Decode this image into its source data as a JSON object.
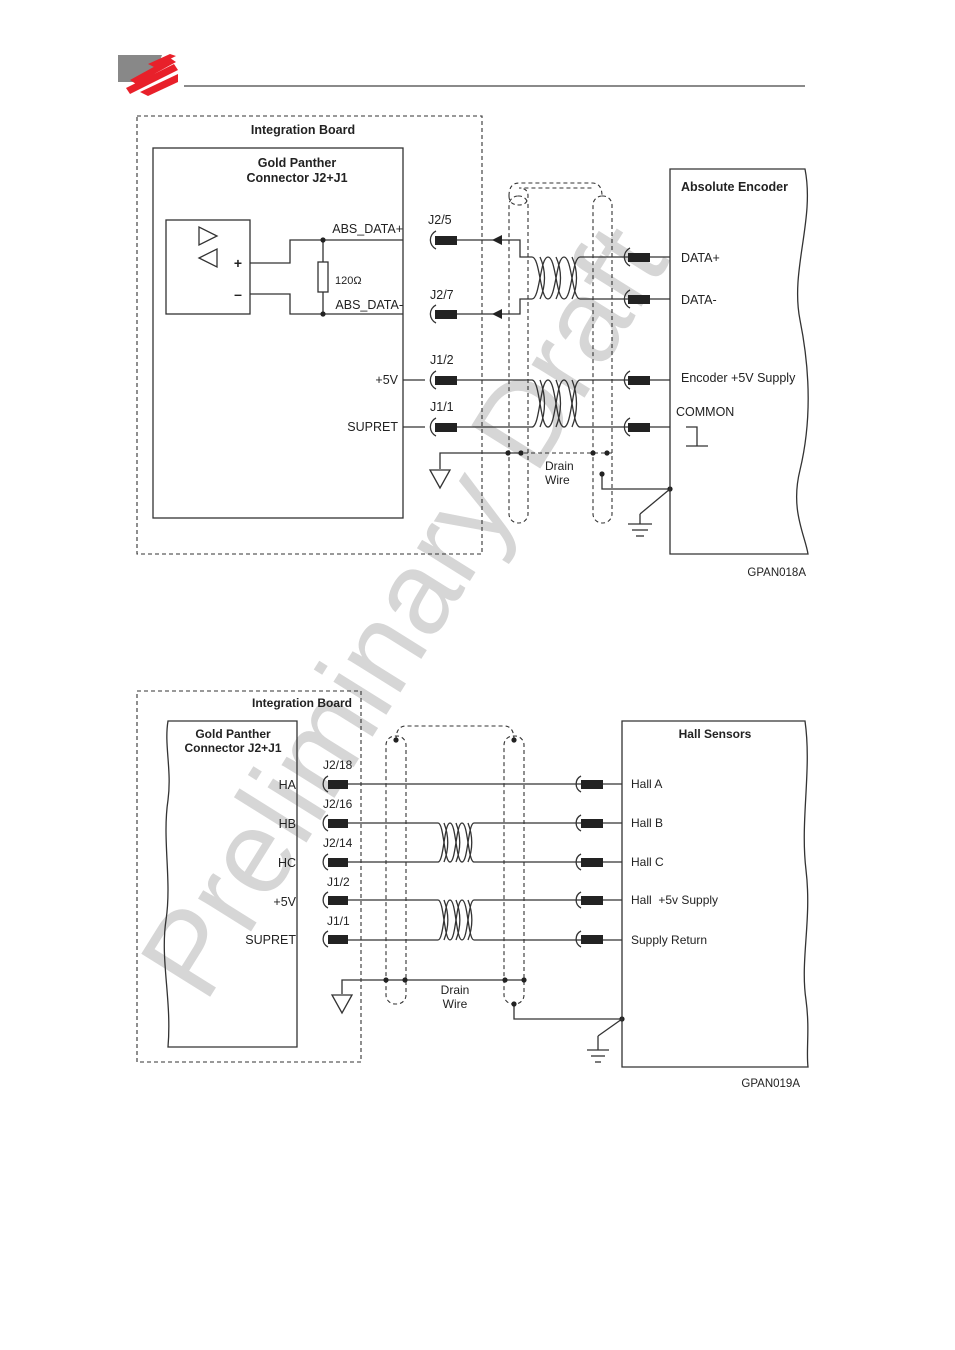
{
  "watermark": "Preliminary Draft",
  "header": {
    "logo": "red-diagonal-stripes-logo"
  },
  "diagram1": {
    "board_title": "Integration Board",
    "connector_title_1": "Gold Panther",
    "connector_title_2": "Connector J2+J1",
    "resistor": "120Ω",
    "plus_sign": "+",
    "minus_sign": "–",
    "signals": [
      "ABS_DATA+",
      "ABS_DATA-",
      "+5V",
      "SUPRET"
    ],
    "pins": [
      "J2/5",
      "J2/7",
      "J1/2",
      "J1/1"
    ],
    "device_title": "Absolute Encoder",
    "device_pins": [
      "DATA+",
      "DATA-",
      "Encoder +5V Supply",
      "COMMON"
    ],
    "drain_1": "Drain",
    "drain_2": "Wire",
    "figure_id": "GPAN018A"
  },
  "diagram2": {
    "board_title": "Integration Board",
    "connector_title_1": "Gold Panther",
    "connector_title_2": "Connector J2+J1",
    "signals": [
      "HA",
      "HB",
      "HC",
      "+5V",
      "SUPRET"
    ],
    "pins": [
      "J2/18",
      "J2/16",
      "J2/14",
      "J1/2",
      "J1/1"
    ],
    "device_title": "Hall Sensors",
    "device_pins": [
      "Hall A",
      "Hall B",
      "Hall C",
      "Hall  +5v Supply",
      "Supply Return"
    ],
    "drain_1": "Drain",
    "drain_2": "Wire",
    "figure_id": "GPAN019A"
  }
}
